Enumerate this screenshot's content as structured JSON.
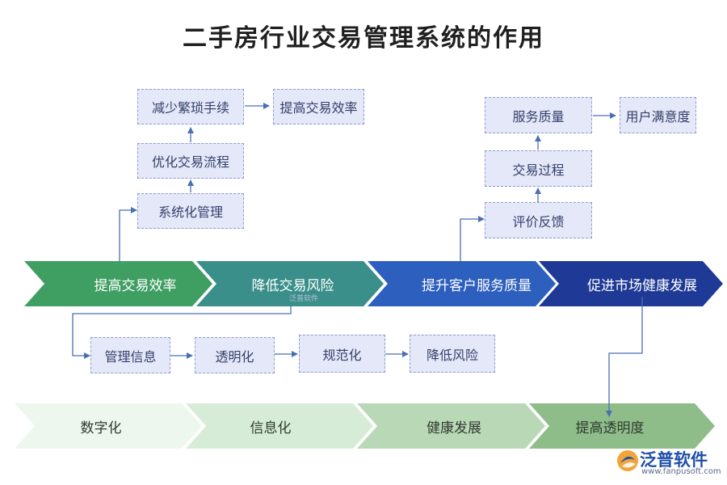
{
  "title": "二手房行业交易管理系统的作用",
  "top_chevrons": [
    {
      "label": "提高交易效率",
      "color": "#3f9e62",
      "color2": "#5dbb7c"
    },
    {
      "label": "降低交易风险",
      "color": "#3a8f8a",
      "color2": "#4aa39c"
    },
    {
      "label": "提升客户服务质量",
      "color": "#2d5fbf",
      "color2": "#3b72d3"
    },
    {
      "label": "促进市场健康发展",
      "color": "#1f3a96",
      "color2": "#2a4bb0"
    }
  ],
  "bottom_chevrons": [
    {
      "label": "数字化",
      "color": "#eef7ee"
    },
    {
      "label": "信息化",
      "color": "#d7ecd6"
    },
    {
      "label": "健康发展",
      "color": "#b9d8b5"
    },
    {
      "label": "提高透明度",
      "color": "#8fbd8a"
    }
  ],
  "left_flow": {
    "step1": "系统化管理",
    "step2": "优化交易流程",
    "step3": "减少繁琐手续",
    "result": "提高交易效率"
  },
  "right_flow": {
    "step1": "评价反馈",
    "step2": "交易过程",
    "step3": "服务质量",
    "result": "用户满意度"
  },
  "middle_flow": [
    "管理信息",
    "透明化",
    "规范化",
    "降低风险"
  ],
  "watermark": "泛普软件",
  "logo": {
    "name": "泛普软件",
    "url": "www.fanpusoft.com"
  },
  "colors": {
    "box_fill": "#e4e8f8",
    "box_border": "#8e9bd0",
    "arrow": "#4a6fb5"
  }
}
